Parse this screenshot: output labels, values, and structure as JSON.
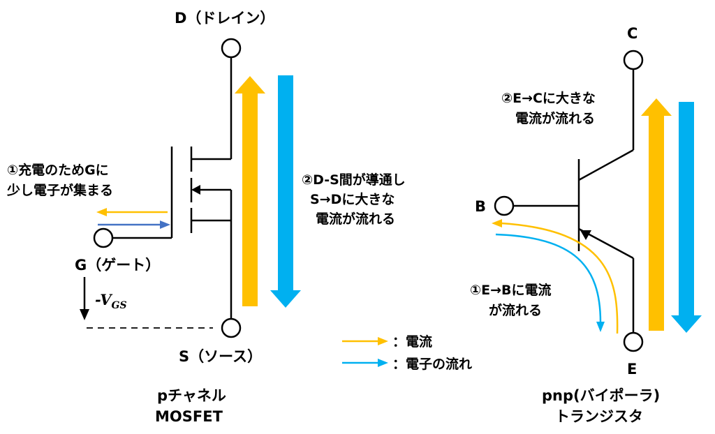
{
  "mosfet": {
    "drain_label": "D（ドレイン）",
    "gate_label": "G（ゲート）",
    "source_label": "S（ソース）",
    "vgs_prefix": "-V",
    "vgs_sub": "GS",
    "note_gate_line1": "①充電のためGに",
    "note_gate_line2": "少し電子が集まる",
    "note_ds_line1": "②D-S間が導通し",
    "note_ds_line2": "S→Dに大きな",
    "note_ds_line3": "電流が流れる",
    "caption_line1": "pチャネル",
    "caption_line2": "MOSFET"
  },
  "bjt": {
    "collector_label": "C",
    "base_label": "B",
    "emitter_label": "E",
    "note_ec_line1": "②E→Cに大きな",
    "note_ec_line2": "電流が流れる",
    "note_eb_line1": "①E→Bに電流",
    "note_eb_line2": "が流れる",
    "caption_line1": "pnp(バイポーラ)",
    "caption_line2": "トランジスタ"
  },
  "legend": {
    "current_label": "：電流",
    "electron_label": "：電子の流れ"
  },
  "colors": {
    "current": "#FFC000",
    "electron": "#00B0F0",
    "gate_electron": "#4472C4",
    "line": "#000000"
  }
}
